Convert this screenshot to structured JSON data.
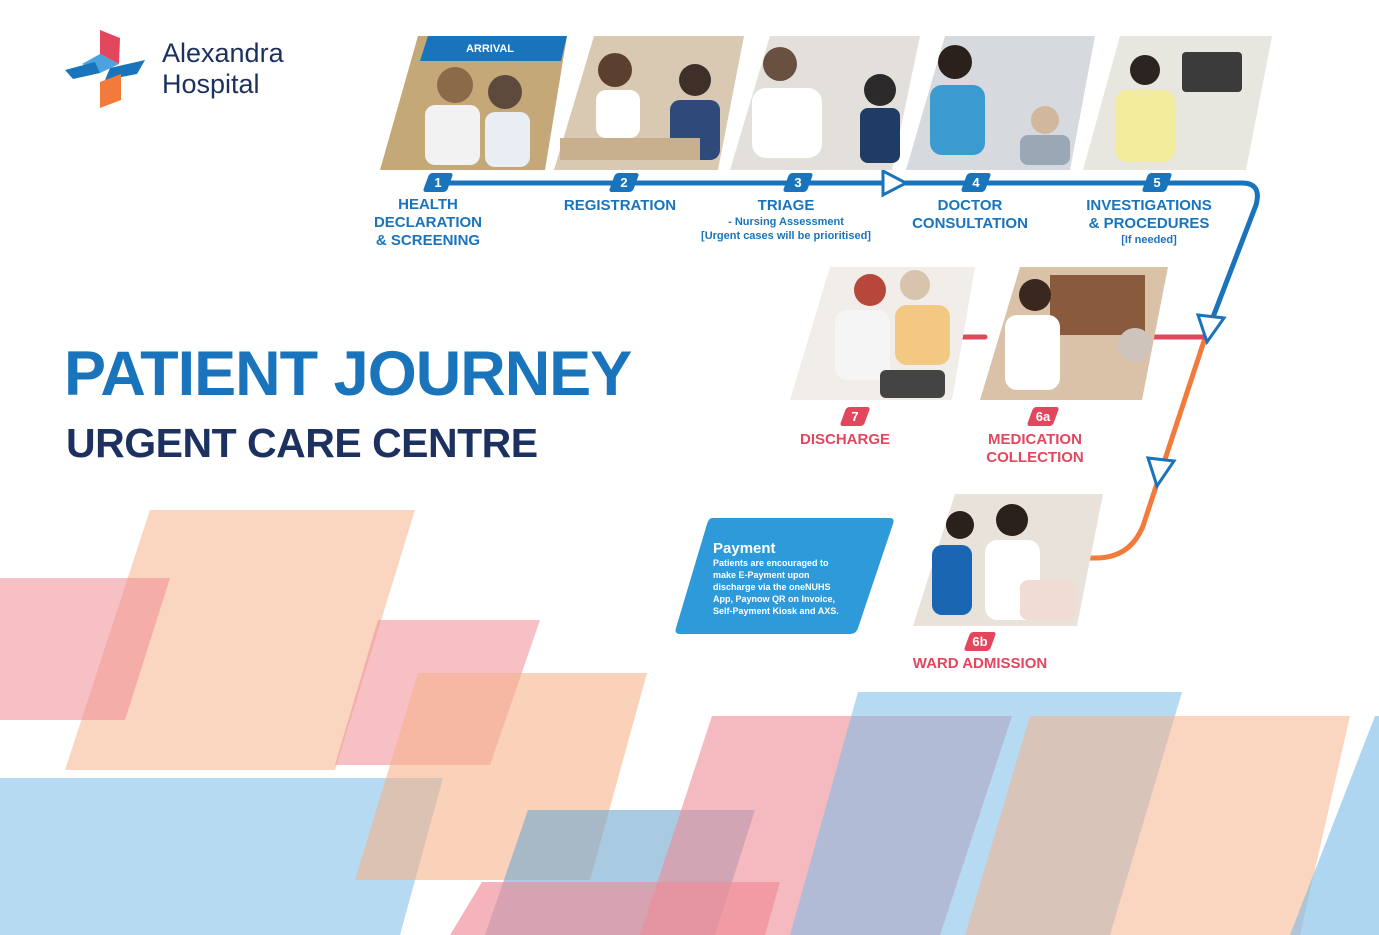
{
  "brand": {
    "name_line1": "Alexandra",
    "name_line2": "Hospital",
    "colors": {
      "red": "#e2475d",
      "blue": "#1a74bb",
      "orange": "#f27a3a",
      "navy": "#1d3160",
      "light_blue": "#2f9ad9"
    }
  },
  "title": {
    "main": "PATIENT JOURNEY",
    "sub": "URGENT CARE CENTRE"
  },
  "arrival_tag": "ARRIVAL",
  "steps": [
    {
      "num": "1",
      "lines": [
        "HEALTH",
        "DECLARATION",
        "& SCREENING"
      ],
      "sub": [],
      "color": "#1a74bb",
      "photo": "screening-photo"
    },
    {
      "num": "2",
      "lines": [
        "REGISTRATION"
      ],
      "sub": [],
      "color": "#1a74bb",
      "photo": "registration-photo"
    },
    {
      "num": "3",
      "lines": [
        "TRIAGE"
      ],
      "sub": [
        "- Nursing Assessment",
        "[Urgent cases will be prioritised]"
      ],
      "color": "#1a74bb",
      "photo": "triage-photo"
    },
    {
      "num": "4",
      "lines": [
        "DOCTOR",
        "CONSULTATION"
      ],
      "sub": [],
      "color": "#1a74bb",
      "photo": "consultation-photo"
    },
    {
      "num": "5",
      "lines": [
        "INVESTIGATIONS",
        "& PROCEDURES"
      ],
      "sub": [
        "[If needed]"
      ],
      "color": "#1a74bb",
      "photo": "procedures-photo"
    },
    {
      "num": "6a",
      "lines": [
        "MEDICATION",
        "COLLECTION"
      ],
      "sub": [],
      "color": "#e2475d",
      "photo": "medication-photo"
    },
    {
      "num": "7",
      "lines": [
        "DISCHARGE"
      ],
      "sub": [],
      "color": "#e2475d",
      "photo": "discharge-photo"
    },
    {
      "num": "6b",
      "lines": [
        "WARD ADMISSION"
      ],
      "sub": [],
      "color": "#e2475d",
      "photo": "ward-photo"
    }
  ],
  "payment": {
    "title": "Payment",
    "lines": [
      "Patients are encouraged to",
      "make E-Payment upon",
      "discharge via the oneNUHS",
      "App, Paynow QR on Invoice,",
      "Self-Payment Kiosk and AXS."
    ]
  }
}
